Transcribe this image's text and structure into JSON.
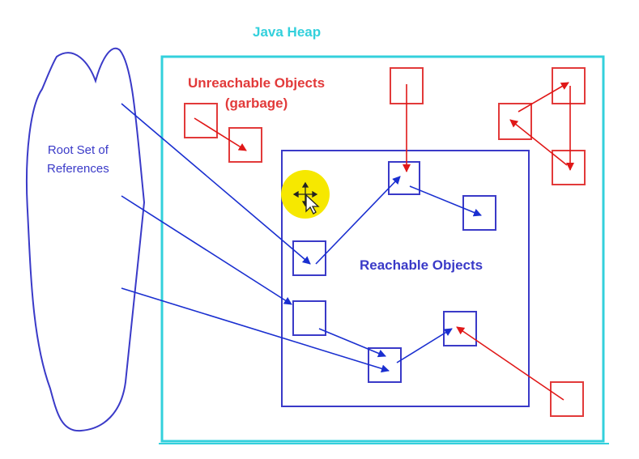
{
  "labels": {
    "heap": "Java Heap",
    "unreachable_line1": "Unreachable Objects",
    "unreachable_line2": "(garbage)",
    "root_line1": "Root Set of",
    "root_line2": "References",
    "reachable": "Reachable Objects"
  },
  "colors": {
    "heap": "#33d0dc",
    "garbage": "#e23a3a",
    "reachable": "#3a3ac8",
    "cursor": "#f6e800"
  },
  "icons": {
    "cursor": "move-cursor-icon"
  }
}
